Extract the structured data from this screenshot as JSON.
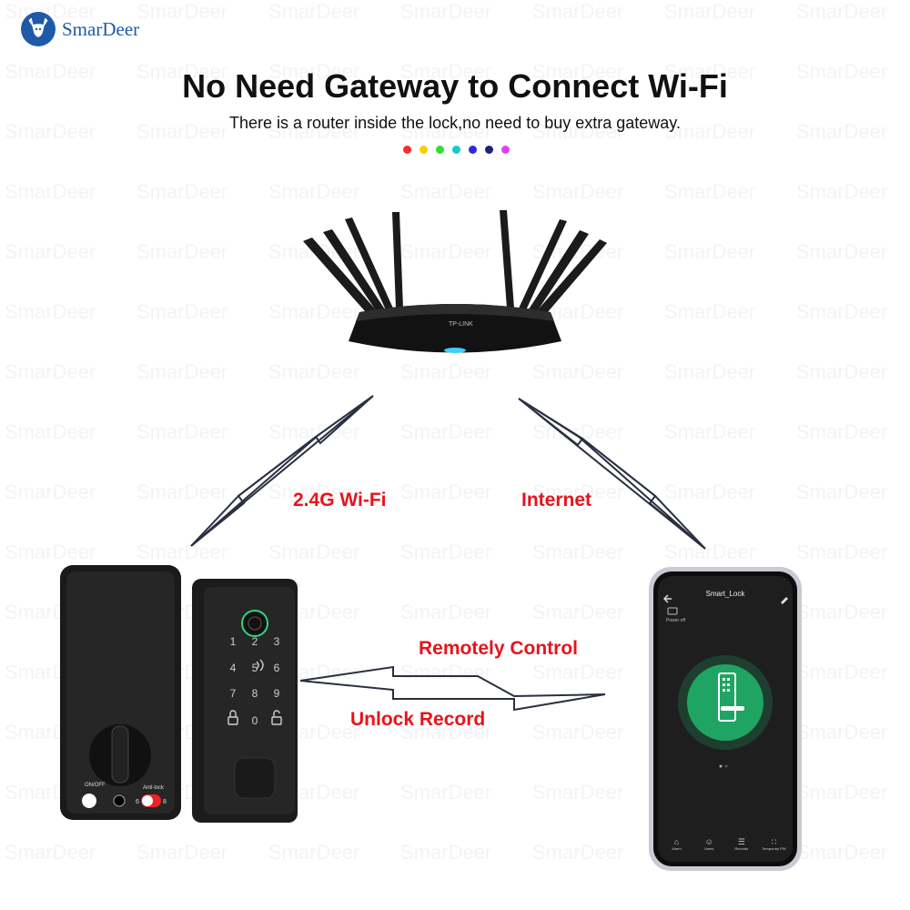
{
  "brand": {
    "name": "SmarDeer",
    "color": "#1f5aa8",
    "watermark": "SmarDeer"
  },
  "header": {
    "title": "No Need Gateway to Connect Wi-Fi",
    "subtitle": "There is a router inside the lock,no need to buy extra gateway."
  },
  "color_dots": [
    "#ff2a2a",
    "#ffcc00",
    "#33dd33",
    "#11cccc",
    "#2b2bd9",
    "#1a237e",
    "#e040fb"
  ],
  "labels": {
    "wifi": "2.4G Wi-Fi",
    "internet": "Internet",
    "remote": "Remotely Control",
    "record": "Unlock Record"
  },
  "router": {
    "brand": "TP-LINK"
  },
  "lock": {
    "inside_unit": {
      "onoff_label": "ON/OFF",
      "antilock_label": "Anti-lock",
      "switch_left": "6",
      "switch_right": "8"
    },
    "keypad": [
      "1",
      "2",
      "3",
      "4",
      "5",
      "6",
      "7",
      "8",
      "9",
      "0"
    ]
  },
  "phone": {
    "app_title": "Smart_Lock",
    "power_status": "Power off",
    "nav": [
      {
        "icon": "alarm-icon",
        "label": "Alarm"
      },
      {
        "icon": "users-icon",
        "label": "Users"
      },
      {
        "icon": "records-icon",
        "label": "Records"
      },
      {
        "icon": "temporary-pin-icon",
        "label": "Temporary PW"
      }
    ],
    "accent": "#1fa463"
  }
}
